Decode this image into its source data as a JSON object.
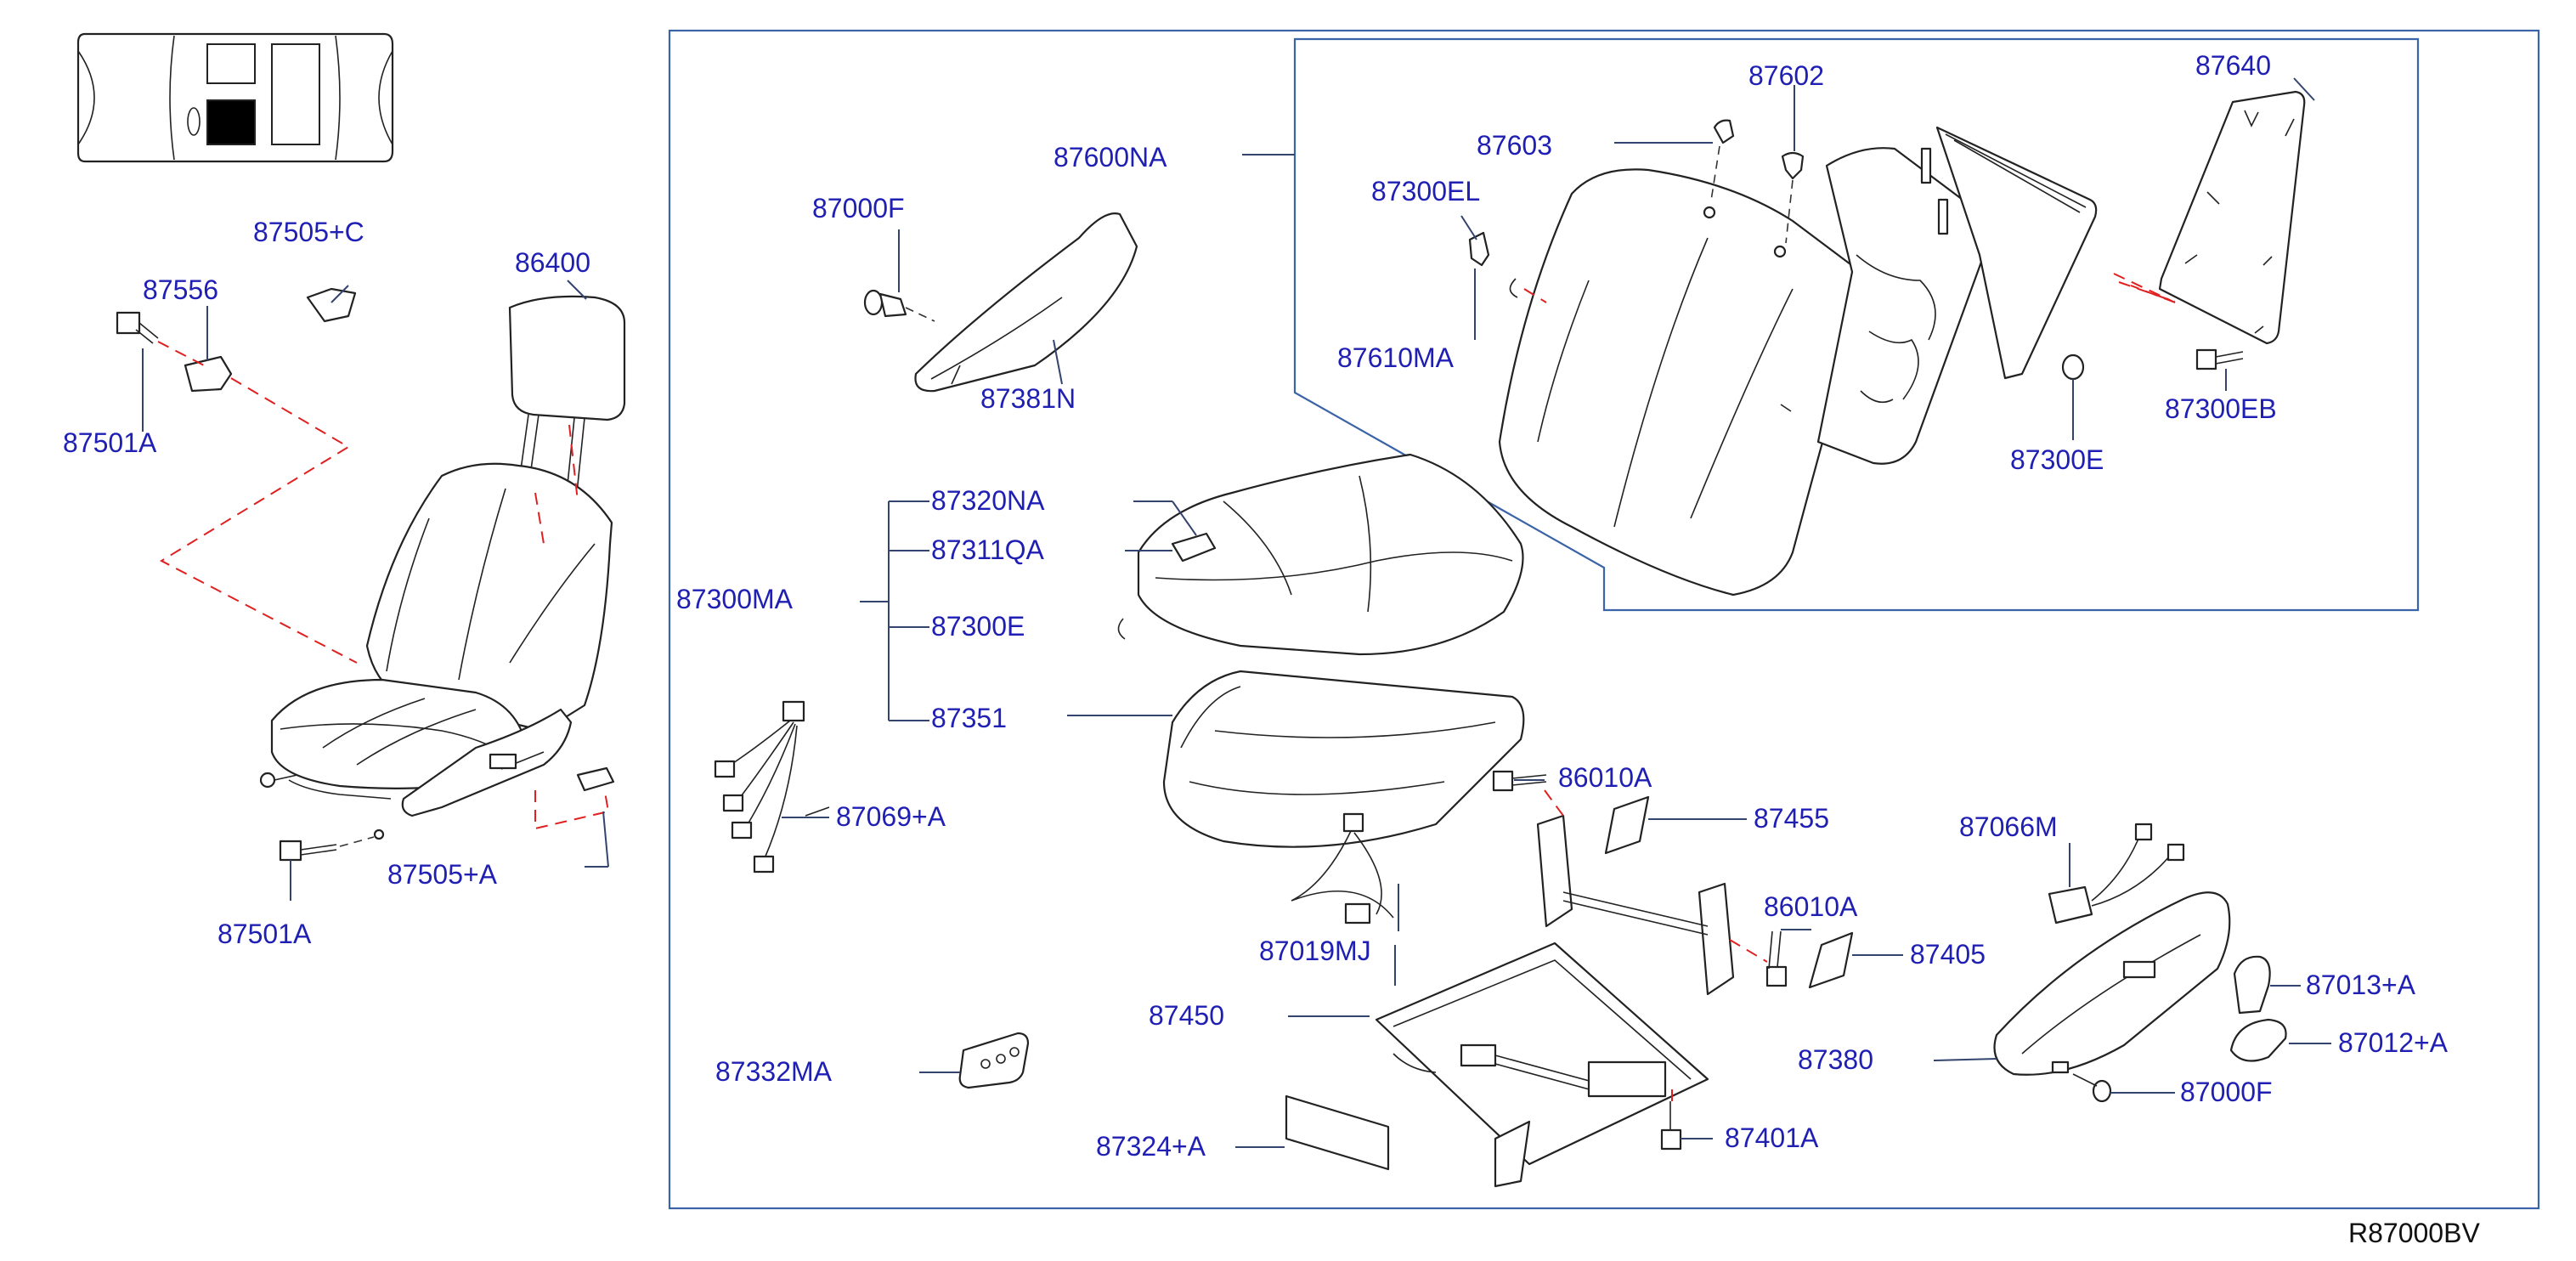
{
  "diagram": {
    "reference": "R87000BV",
    "labels": {
      "p87505c": "87505+C",
      "p87556": "87556",
      "p86400": "86400",
      "p87501a_top": "87501A",
      "p87505a": "87505+A",
      "p87501a_bottom": "87501A",
      "p87000f_top": "87000F",
      "p87381n": "87381N",
      "p87600na": "87600NA",
      "p87603": "87603",
      "p87602": "87602",
      "p87640": "87640",
      "p87300el": "87300EL",
      "p87610ma": "87610MA",
      "p87300e_right": "87300E",
      "p87300eb": "87300EB",
      "p87320na": "87320NA",
      "p87311qa": "87311QA",
      "p87300ma": "87300MA",
      "p87300e_mid": "87300E",
      "p87351": "87351",
      "p87069a": "87069+A",
      "p86010a_top": "86010A",
      "p87455": "87455",
      "p87066m": "87066M",
      "p86010a_mid": "86010A",
      "p87405": "87405",
      "p87019mj": "87019MJ",
      "p87450": "87450",
      "p87013a": "87013+A",
      "p87012a": "87012+A",
      "p87380": "87380",
      "p87332ma": "87332MA",
      "p87000f_bottom": "87000F",
      "p87324a": "87324+A",
      "p87401a": "87401A"
    }
  }
}
